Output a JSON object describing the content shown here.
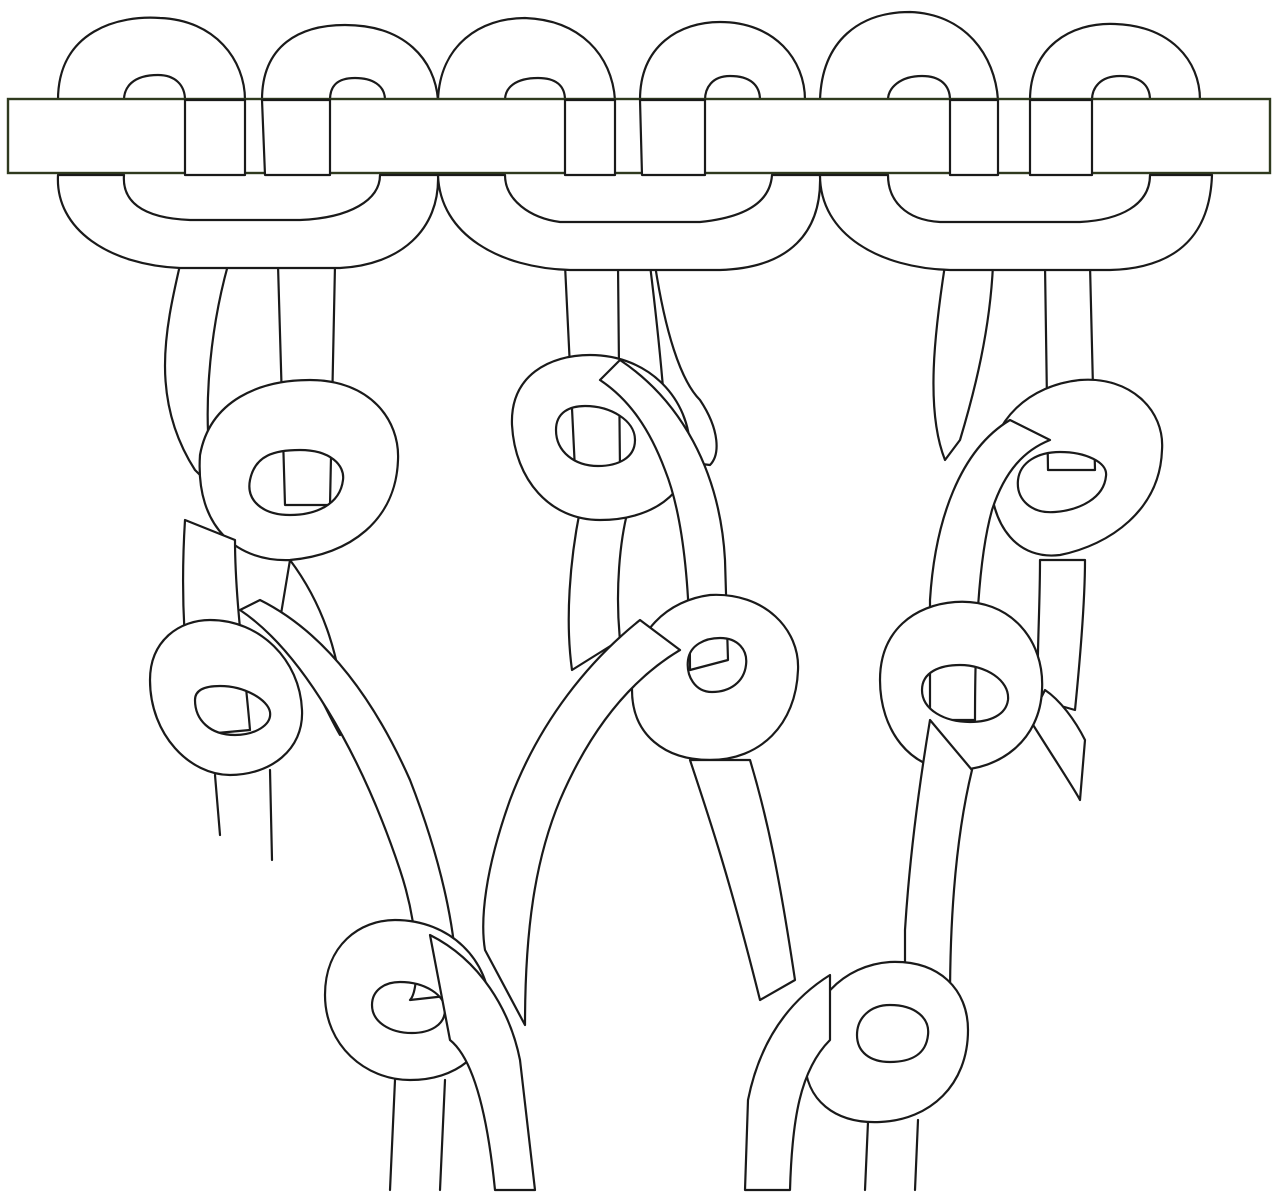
{
  "diagram": {
    "background_color": "#ffffff",
    "line_color": "#1a1a1a",
    "rod_color": "#2f3a1e",
    "groups": [
      "left",
      "center",
      "right"
    ]
  }
}
